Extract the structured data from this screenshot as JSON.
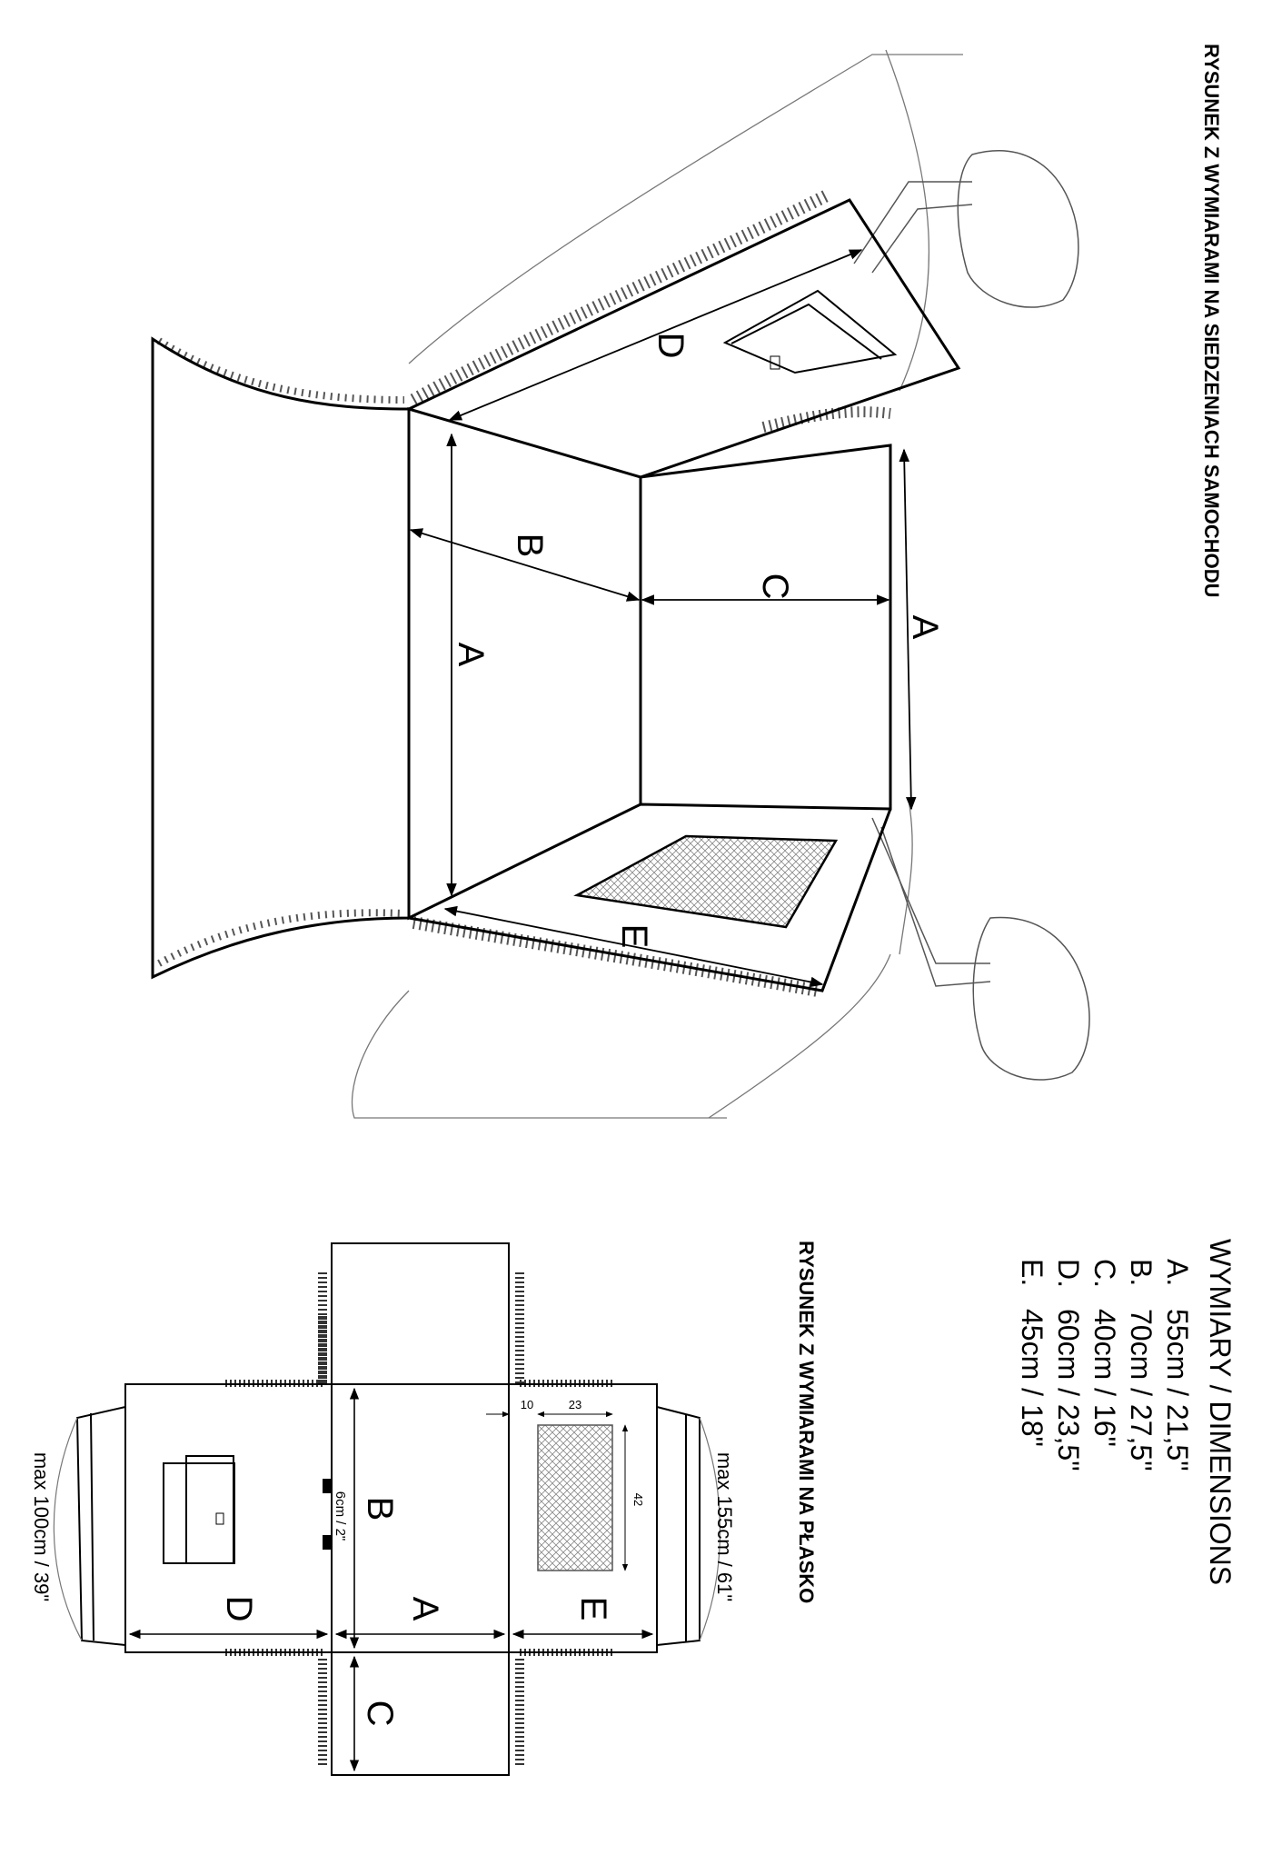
{
  "titles": {
    "car": "RYSUNEK Z WYMIARAMI NA SIEDZENIACH SAMOCHODU",
    "flat": "RYSUNEK Z WYMIARAMI NA PŁASKO"
  },
  "dimensions": {
    "heading": "WYMIARY / DIMENSIONS",
    "items": [
      {
        "key": "A.",
        "value": "55cm / 21,5\""
      },
      {
        "key": "B.",
        "value": "70cm / 27,5\""
      },
      {
        "key": "C.",
        "value": "40cm / 16\""
      },
      {
        "key": "D.",
        "value": "60cm / 23,5\""
      },
      {
        "key": "E.",
        "value": "45cm / 18\""
      }
    ]
  },
  "car_labels": {
    "A1": "A",
    "A2": "A",
    "B": "B",
    "C": "C",
    "D": "D",
    "E": "E"
  },
  "flat_labels": {
    "A": "A",
    "B": "B",
    "C": "C",
    "D": "D",
    "E": "E",
    "strap": "6cm / 2\"",
    "pocket_w": "23",
    "pocket_h": "42",
    "pocket_off": "10",
    "max_left": "max 100cm / 39\"",
    "max_right": "max 155cm / 61\""
  }
}
